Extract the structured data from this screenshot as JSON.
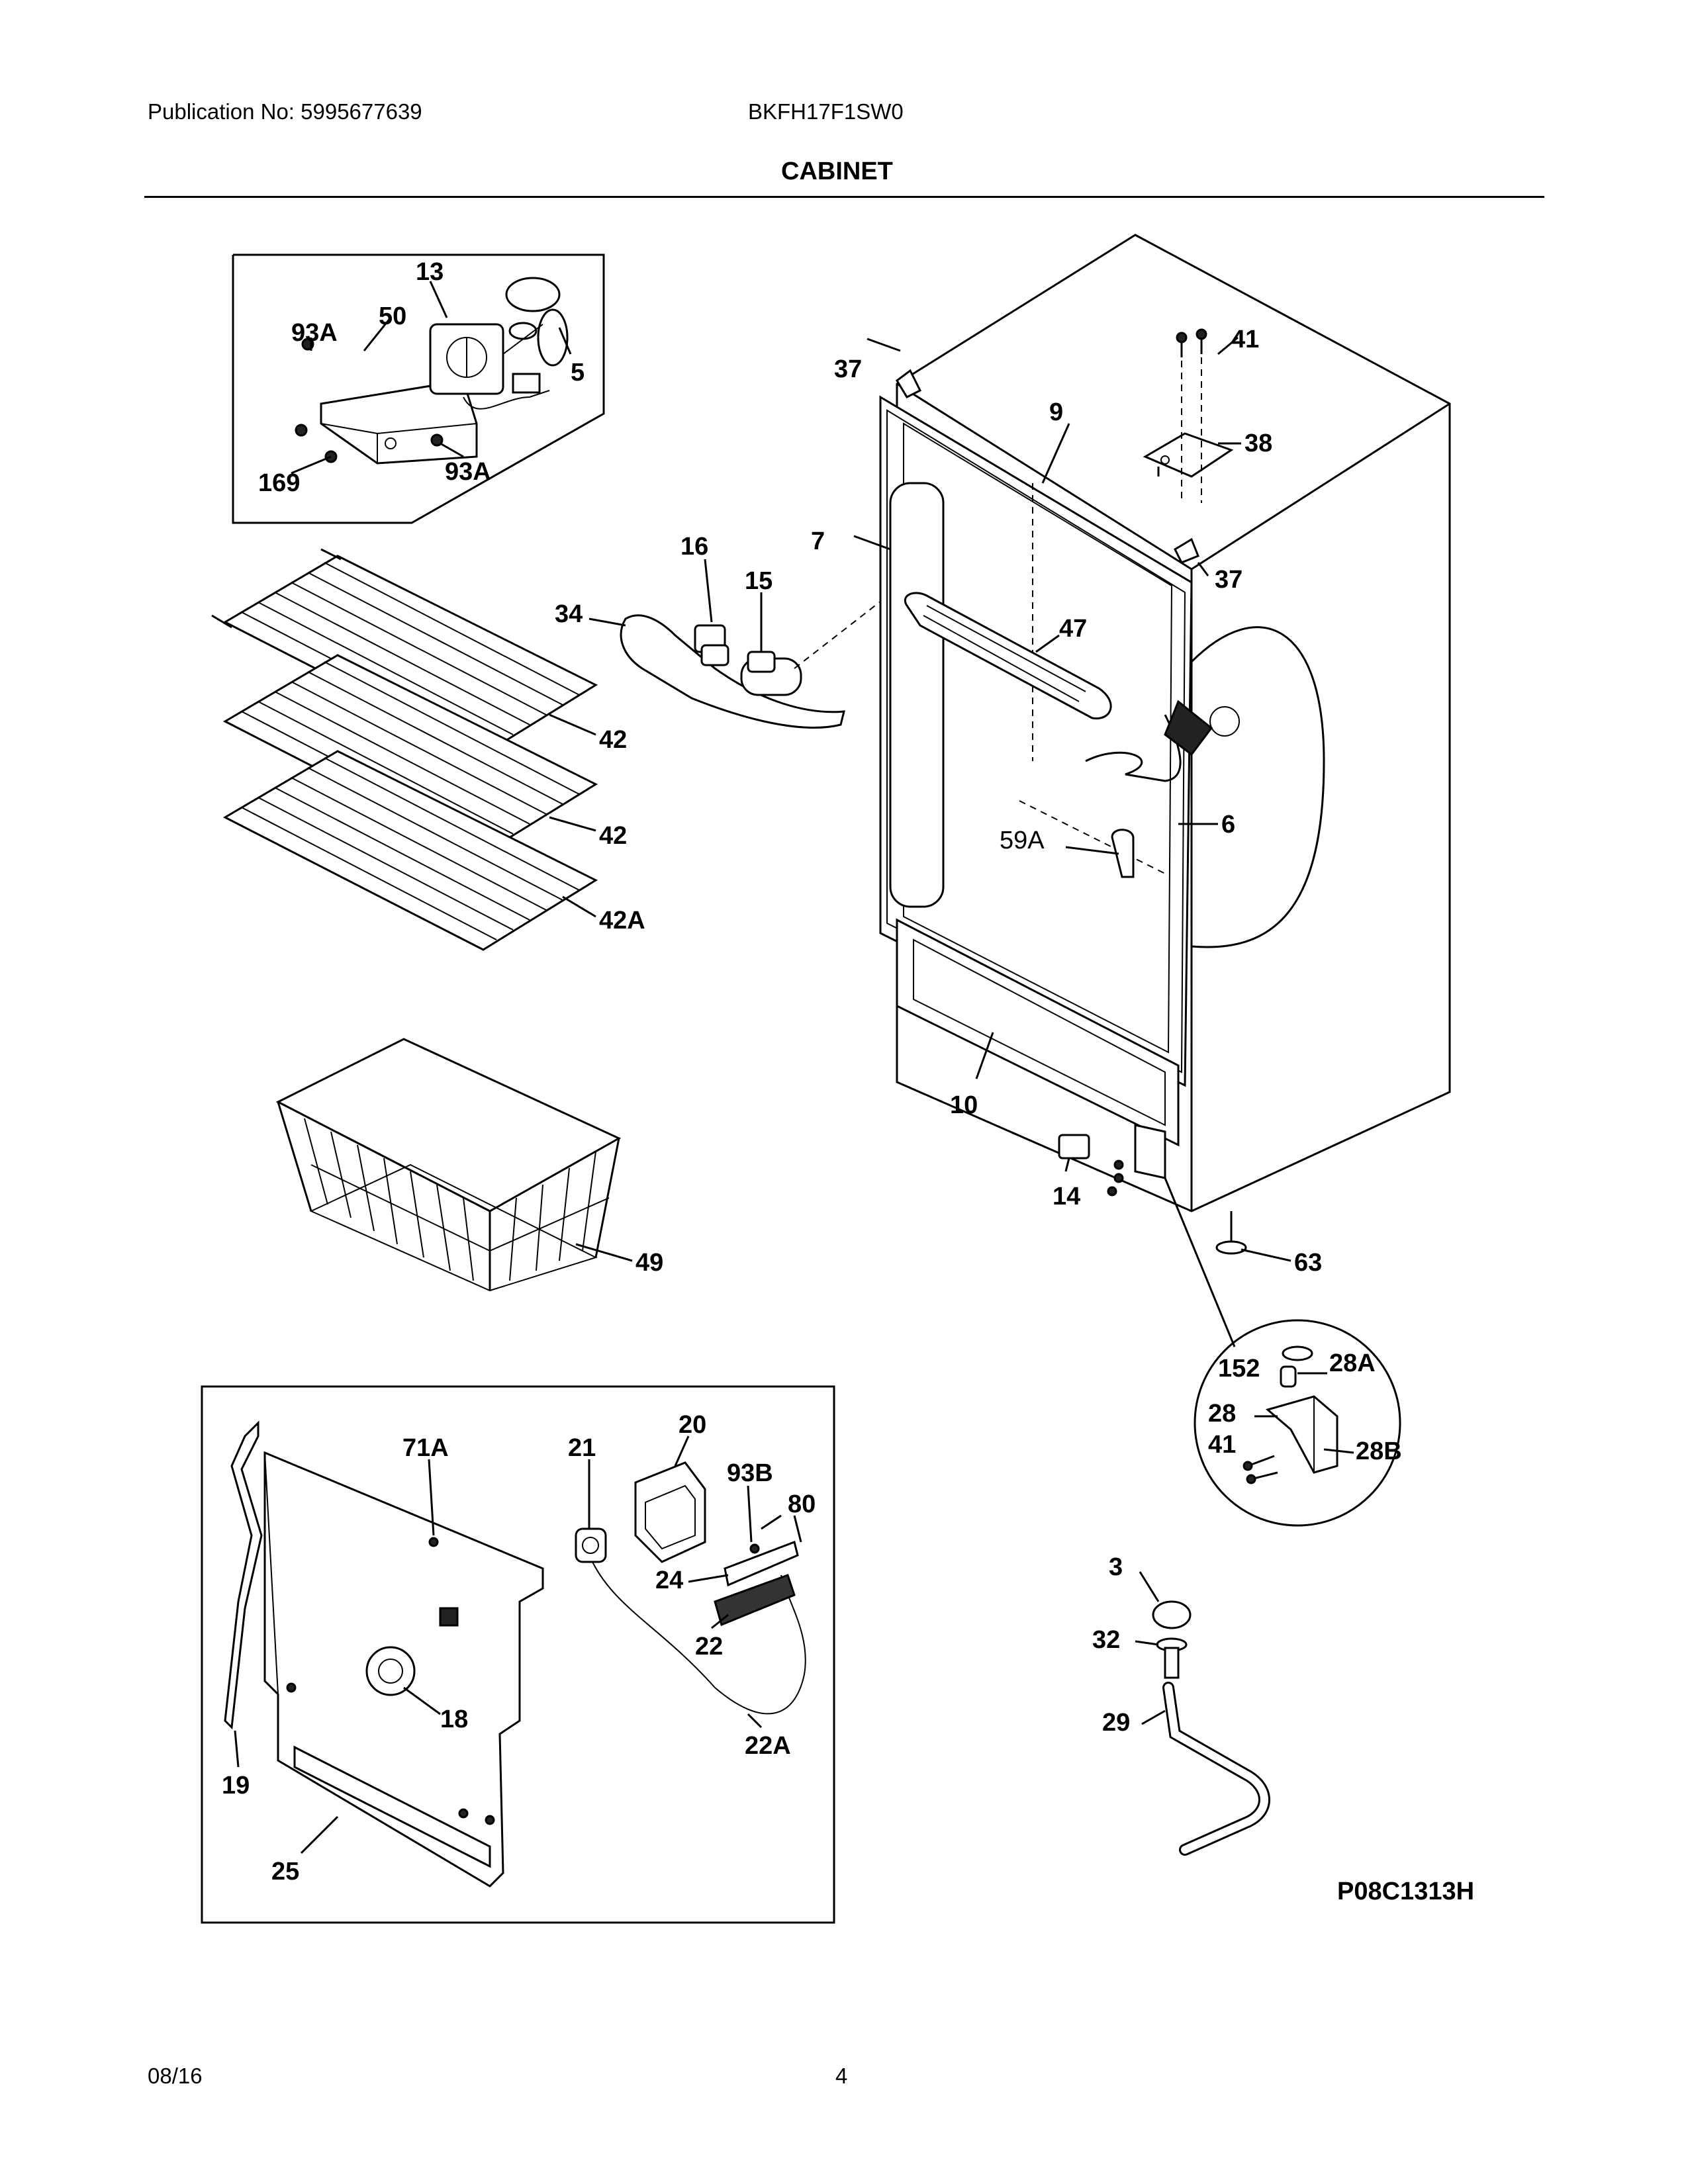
{
  "header": {
    "publication": "Publication No: 5995677639",
    "model": "BKFH17F1SW0",
    "section_title": "CABINET"
  },
  "footer": {
    "date": "08/16",
    "page_number": "4"
  },
  "diagram_code": "P08C1313H",
  "callouts": {
    "p13": "13",
    "p50": "50",
    "p93A_top": "93A",
    "p5": "5",
    "p169": "169",
    "p93A_bottom": "93A",
    "p37_top": "37",
    "p9": "9",
    "p41_top": "41",
    "p38": "38",
    "p7": "7",
    "p37_right": "37",
    "p16": "16",
    "p15": "15",
    "p34": "34",
    "p47": "47",
    "p6": "6",
    "p59A": "59A",
    "p10": "10",
    "p14": "14",
    "p63": "63",
    "p42_a": "42",
    "p42_b": "42",
    "p42A": "42A",
    "p49": "49",
    "p152": "152",
    "p28A": "28A",
    "p28": "28",
    "p41_inset": "41",
    "p28B": "28B",
    "p3": "3",
    "p32": "32",
    "p29": "29",
    "p71A": "71A",
    "p21": "21",
    "p20": "20",
    "p93B": "93B",
    "p80": "80",
    "p24": "24",
    "p22": "22",
    "p18": "18",
    "p22A": "22A",
    "p19": "19",
    "p25": "25"
  }
}
